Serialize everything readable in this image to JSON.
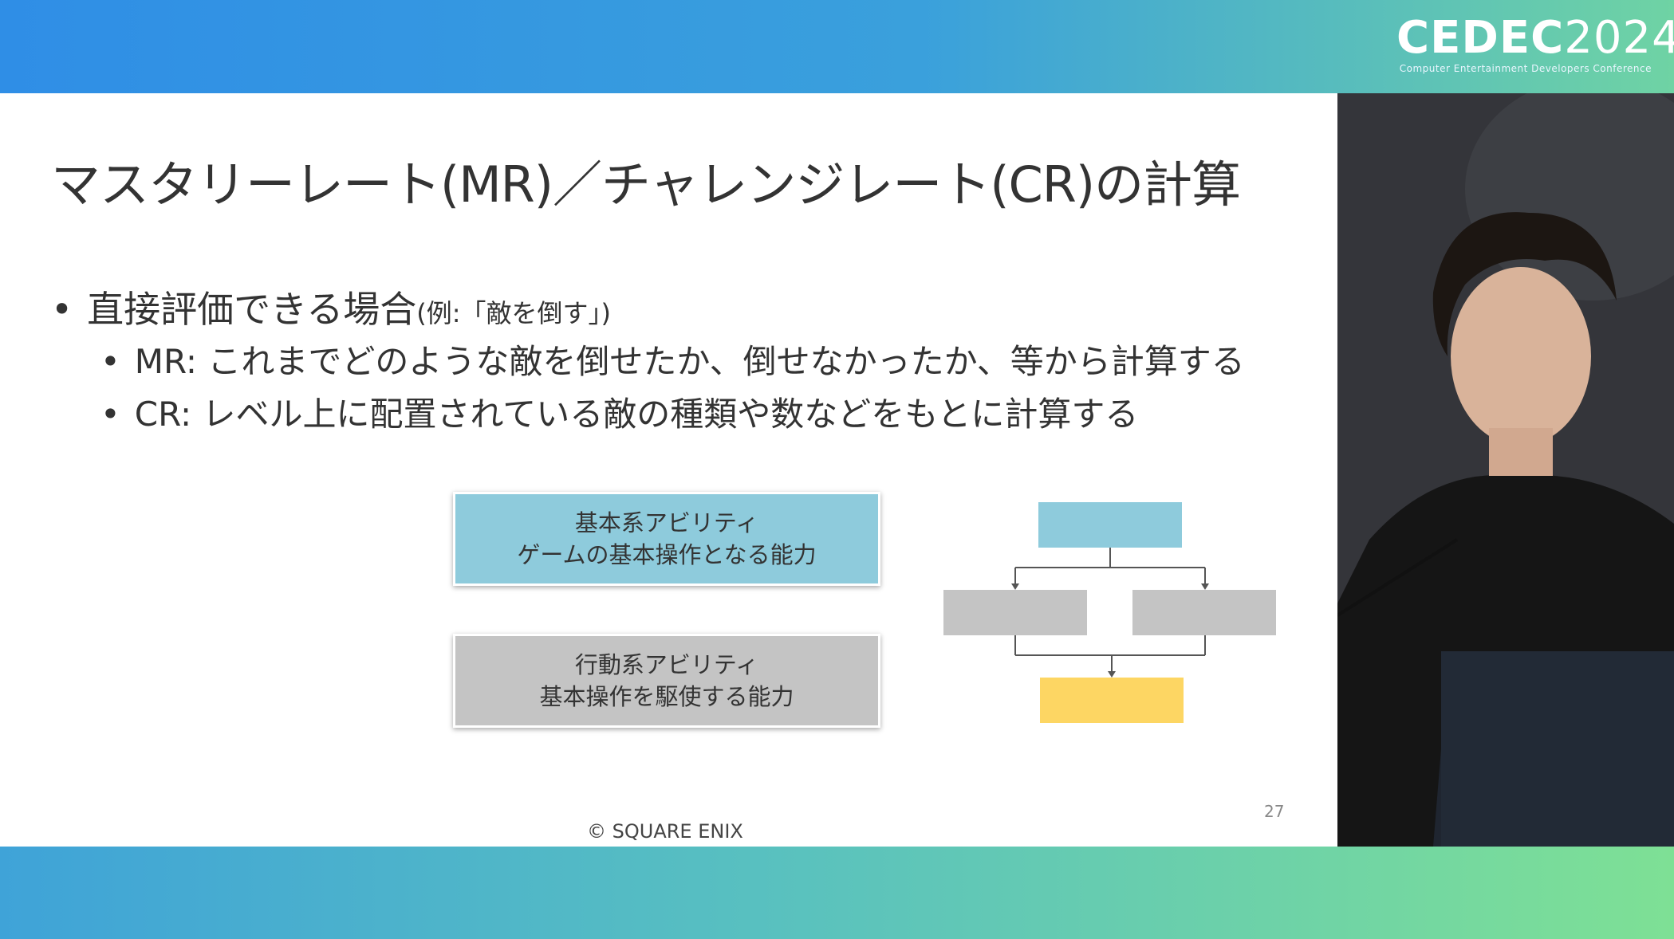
{
  "logo": {
    "brand": "CEDEC",
    "year": "2024",
    "subtitle": "Computer Entertainment Developers Conference"
  },
  "slide": {
    "title": "マスタリーレート(MR)／チャレンジレート(CR)の計算",
    "bullet_main": "直接評価できる場合",
    "bullet_main_note": "(例:「敵を倒す」)",
    "bullets_sub": [
      "MR: これまでどのような敵を倒せたか、倒せなかったか、等から計算する",
      "CR: レベル上に配置されている敵の種類や数などをもとに計算する"
    ],
    "box_basic": {
      "line1": "基本系アビリティ",
      "line2": "ゲームの基本操作となる能力"
    },
    "box_action": {
      "line1": "行動系アビリティ",
      "line2": "基本操作を駆使する能力"
    },
    "page_number": "27",
    "copyright": "© SQUARE ENIX"
  },
  "colors": {
    "box_blue": "#8ecbdc",
    "box_gray": "#c4c4c4",
    "box_yellow": "#fdd663"
  }
}
